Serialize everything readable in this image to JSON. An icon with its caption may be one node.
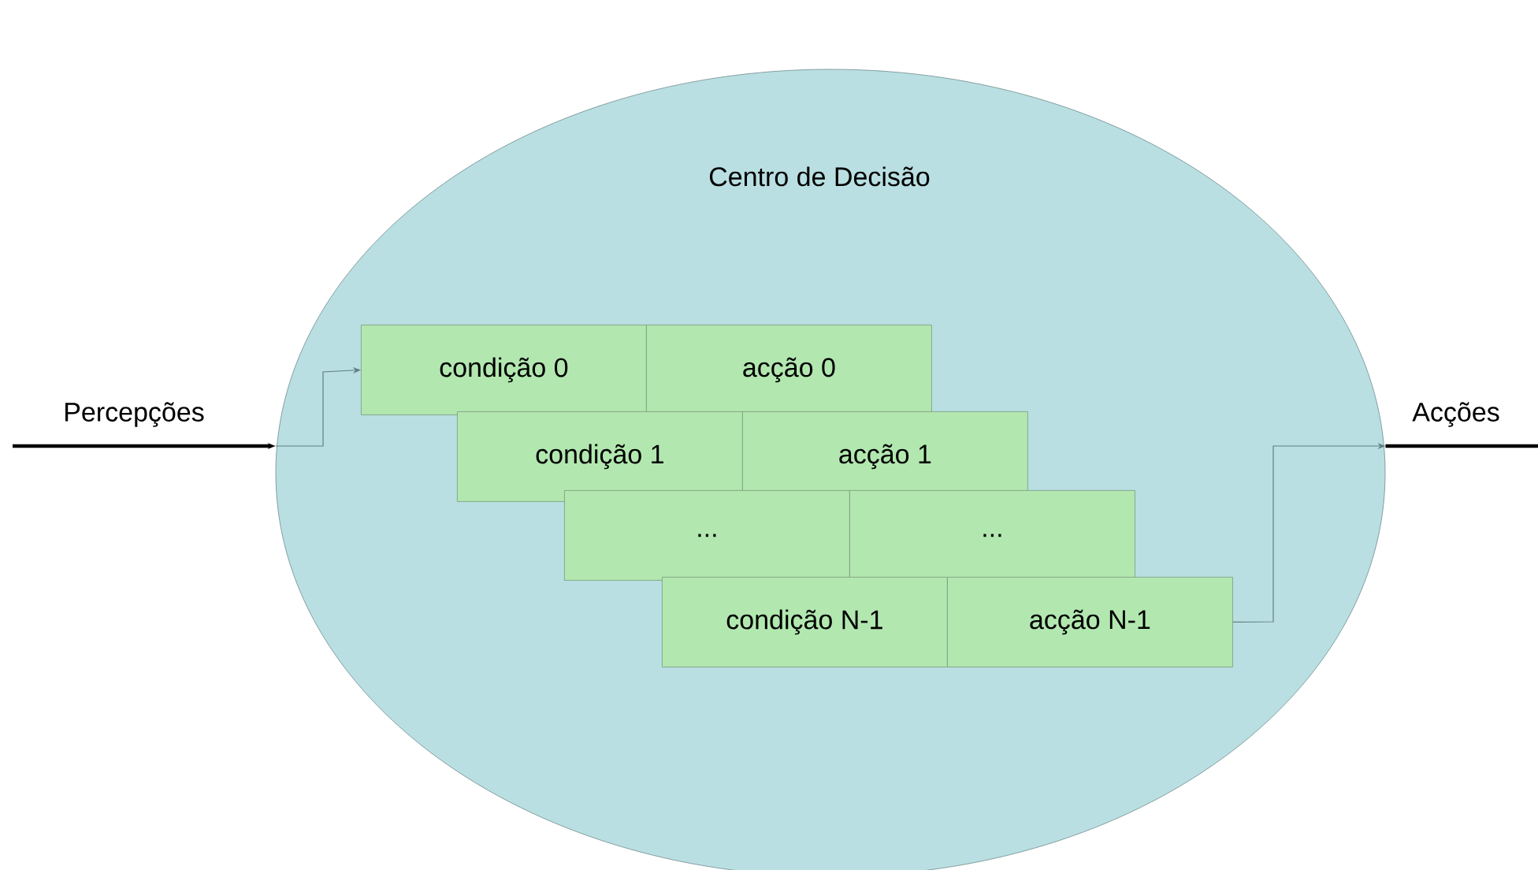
{
  "diagram": {
    "nodes": [
      {
        "text": [
          "Centro de Decisão"
        ]
      },
      {
        "text": [
          "condição 0"
        ],
        "in": 0
      },
      {
        "text": [
          "acção 0"
        ],
        "in": 0
      },
      {
        "text": [
          "condição 1"
        ],
        "in": 0
      },
      {
        "text": [
          "acção 1"
        ],
        "in": 0
      },
      {
        "text": [
          "..."
        ],
        "in": 0
      },
      {
        "text": [
          "..."
        ],
        "in": 0
      },
      {
        "text": [
          "condição N-1"
        ],
        "in": 0
      },
      {
        "text": [
          "acção N-1"
        ],
        "in": 0
      }
    ],
    "edges": [
      {
        "from": null,
        "to": 0,
        "arrow": "to",
        "label": "Percepções",
        "style": "thick"
      },
      {
        "from": 0,
        "to": 1,
        "arrow": "to",
        "color": "#5f7f82"
      },
      {
        "from": 8,
        "to": 0,
        "arrow": "to",
        "color": "#5f7f82"
      },
      {
        "from": 0,
        "to": null,
        "arrow": "none",
        "label": "Acções",
        "style": "thick"
      }
    ]
  }
}
